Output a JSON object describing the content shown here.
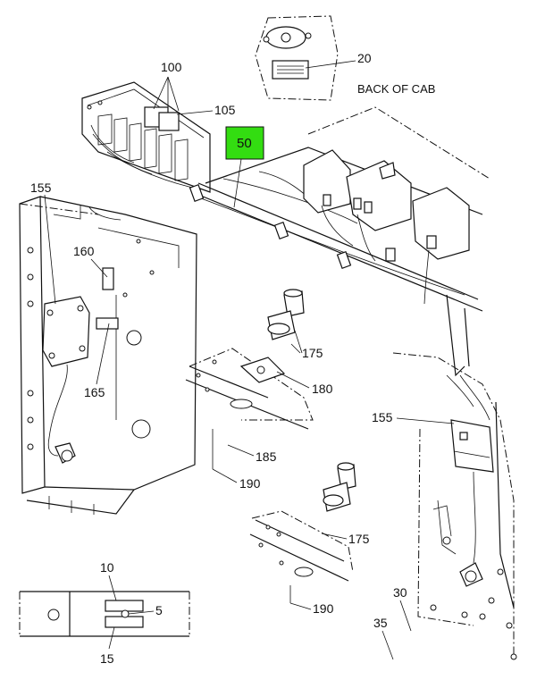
{
  "note_back_of_cab": "BACK OF CAB",
  "highlight_color": "#33dd11",
  "callouts": {
    "c20": "20",
    "c50": "50",
    "c100": "100",
    "c105": "105",
    "c155_left": "155",
    "c160": "160",
    "c165": "165",
    "c175_upper": "175",
    "c180": "180",
    "c185": "185",
    "c190_upper": "190",
    "c155_right": "155",
    "c175_lower": "175",
    "c190_lower": "190",
    "c10": "10",
    "c5": "5",
    "c15": "15",
    "c30": "30",
    "c35": "35"
  }
}
